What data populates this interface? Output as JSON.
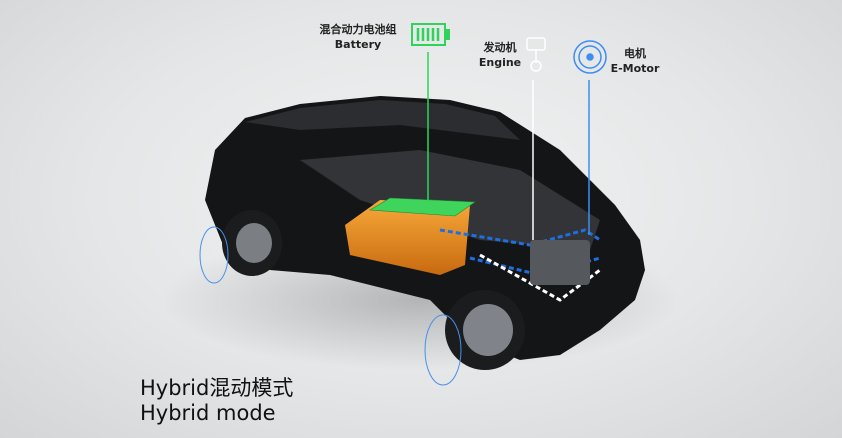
{
  "labels": {
    "battery": {
      "zh": "混合动力电池组",
      "en": "Battery",
      "icon": "battery-icon",
      "color": "#2fd35a"
    },
    "engine": {
      "zh": "发动机",
      "en": "Engine",
      "icon": "piston-icon",
      "color": "#ffffff"
    },
    "motor": {
      "zh": "电机",
      "en": "E-Motor",
      "icon": "motor-fan-icon",
      "color": "#3d8ef0"
    }
  },
  "caption": {
    "line1": "Hybrid混动模式",
    "line2": "Hybrid mode"
  }
}
